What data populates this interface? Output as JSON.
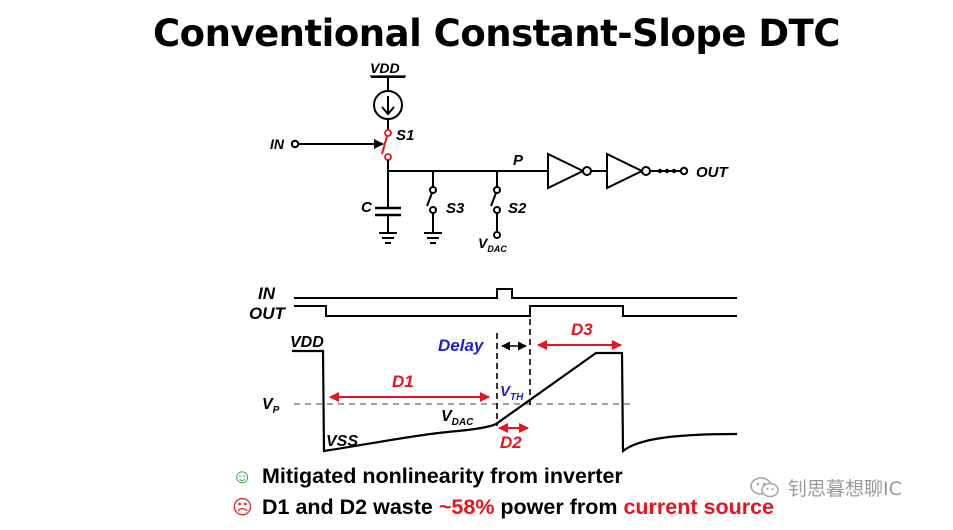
{
  "title": "Conventional Constant-Slope DTC",
  "schematic": {
    "vdd": "VDD",
    "in": "IN",
    "s1": "S1",
    "p": "P",
    "out": "OUT",
    "c": "C",
    "s3": "S3",
    "s2": "S2",
    "vdac_main": "V",
    "vdac_sub": "DAC"
  },
  "waveform": {
    "in": "IN",
    "out": "OUT",
    "vdd": "VDD",
    "vp_main": "V",
    "vp_sub": "P",
    "vss": "VSS",
    "vdac_main": "V",
    "vdac_sub": "DAC",
    "vth_main": "V",
    "vth_sub": "TH",
    "delay": "Delay",
    "d1": "D1",
    "d2": "D2",
    "d3": "D3"
  },
  "bullets": {
    "b1_face": "☺",
    "b1_text": "Mitigated nonlinearity from inverter",
    "b2_face": "☹",
    "b2_pre": "D1 and D2 waste ",
    "b2_pct": "~58%",
    "b2_mid": " power from ",
    "b2_src": "current source"
  },
  "watermark": {
    "icon": "wechat-icon",
    "text": "钊思暮想聊IC"
  },
  "colors": {
    "red": "#e8131f",
    "blue": "#1f1fc8",
    "dashed": "#a0a0a0",
    "green_face": "#2f9e44",
    "red_face": "#d62828"
  }
}
